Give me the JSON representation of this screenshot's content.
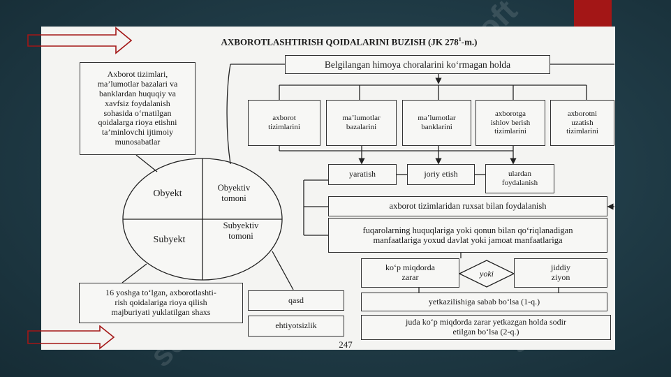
{
  "title": "AXBOROTLASHTIRISH QOIDALARINI BUZISH (JK 278",
  "title_sup": "1",
  "title_end": "-m.)",
  "top_condition": "Belgilangan himoya choralarini ko‘rmagan holda",
  "object_box": "Axborot tizimlari,\nma’lumotlar bazalari va\nbanklardan huquqiy va\nxavfsiz foydalanish\nsohasida o‘rnatilgan\nqoidalarga rioya etishni\nta’minlovchi ijtimoiy\nmunosabatlar",
  "systems": [
    "axborot\ntizimlarini",
    "ma’lumotlar\nbazalarini",
    "ma’lumotlar\nbanklarini",
    "axborotga\nishlov berish\ntizimlarini",
    "axborotni\nuzatish\ntizimlarini"
  ],
  "actions": [
    "yaratish",
    "joriy etish",
    "ulardan\nfoydalanish"
  ],
  "usage": "axborot tizimlaridan ruxsat bilan foydalanish",
  "interests": "fuqarolarning huquqlariga yoki qonun bilan qo‘riqlanadigan\nmanfaatlariga yoxud davlat yoki jamoat manfaatlariga",
  "circle": {
    "object": "Obyekt",
    "objective": "Obyektiv\ntomoni",
    "subject": "Subyekt",
    "subjective": "Subyektiv\ntomoni"
  },
  "subject_box": "16 yoshga to‘lgan, axborotlashti-\nrish qoidalariga rioya qilish\nmajburiyati yuklatilgan  shaxs",
  "guilt": [
    "qasd",
    "ehtiyotsizlik"
  ],
  "damage_large": "ko‘p miqdorda\nzarar",
  "or_label": "yoki",
  "serious": "jiddiy\nziyon",
  "result_1": "yetkazilishiga sabab bo‘lsa (1-q.)",
  "result_2": "juda ko‘p miqdorda zarar yetkazgan holda sodir\netilgan bo‘lsa (2-q.)",
  "page_number": "247",
  "colors": {
    "paper": "#f4f4f2",
    "accent_red": "#a31616",
    "background": "#1e3a45"
  }
}
